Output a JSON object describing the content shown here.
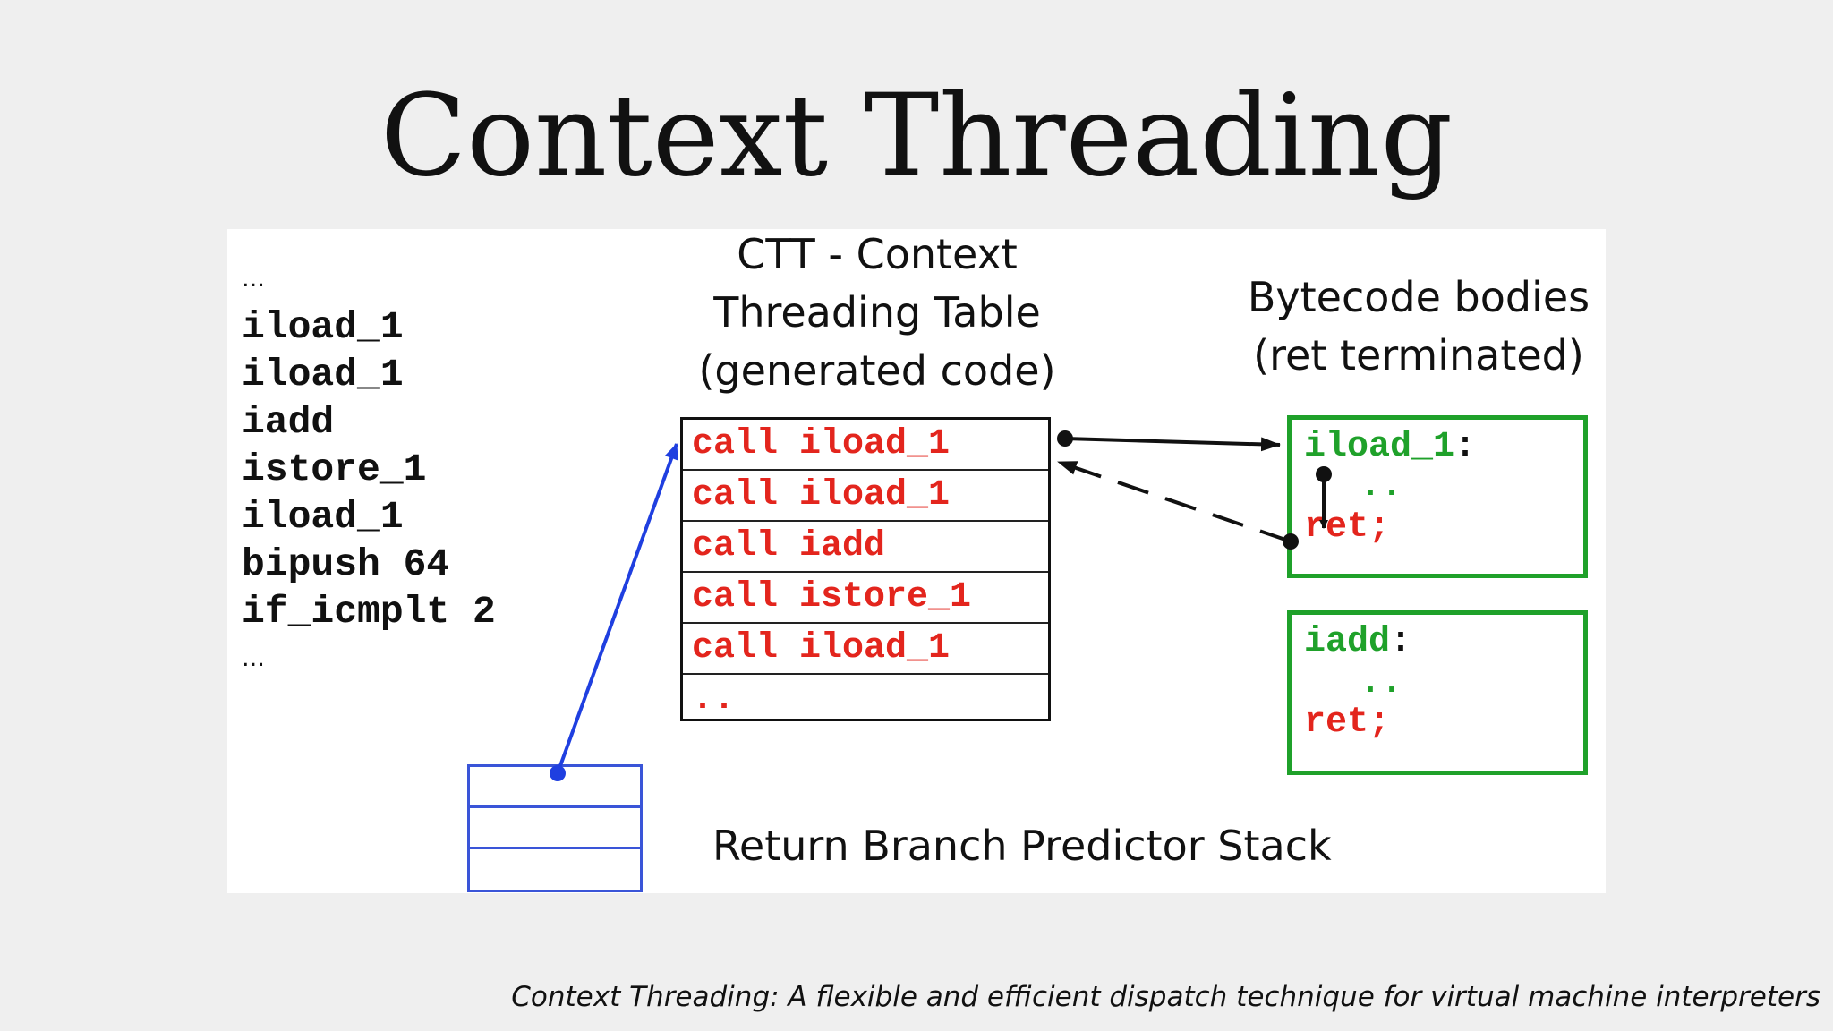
{
  "title": "Context Threading",
  "bytecode": [
    "…",
    "iload_1",
    "iload_1",
    "iadd",
    "istore_1",
    "iload_1",
    "bipush 64",
    "if_icmplt 2",
    "…"
  ],
  "ctt": {
    "heading": "CTT - Context\nThreading Table\n(generated code)",
    "rows": [
      "call iload_1",
      "call iload_1",
      "call iadd",
      "call istore_1",
      "call iload_1",
      ".."
    ]
  },
  "bodies": {
    "heading": "Bytecode bodies\n(ret terminated)",
    "box1": {
      "name": "iload_1",
      "colon": ":",
      "dots": "..",
      "ret": "ret;"
    },
    "box2": {
      "name": "iadd",
      "colon": ":",
      "dots": "..",
      "ret": "ret;"
    }
  },
  "stack_label": "Return Branch Predictor Stack",
  "citation": "Context Threading: A flexible and efficient dispatch technique for virtual machine interpreters",
  "colors": {
    "call_red": "#e3251d",
    "body_green": "#1fa12a",
    "stack_blue": "#3a55d8",
    "text_black": "#111111"
  }
}
